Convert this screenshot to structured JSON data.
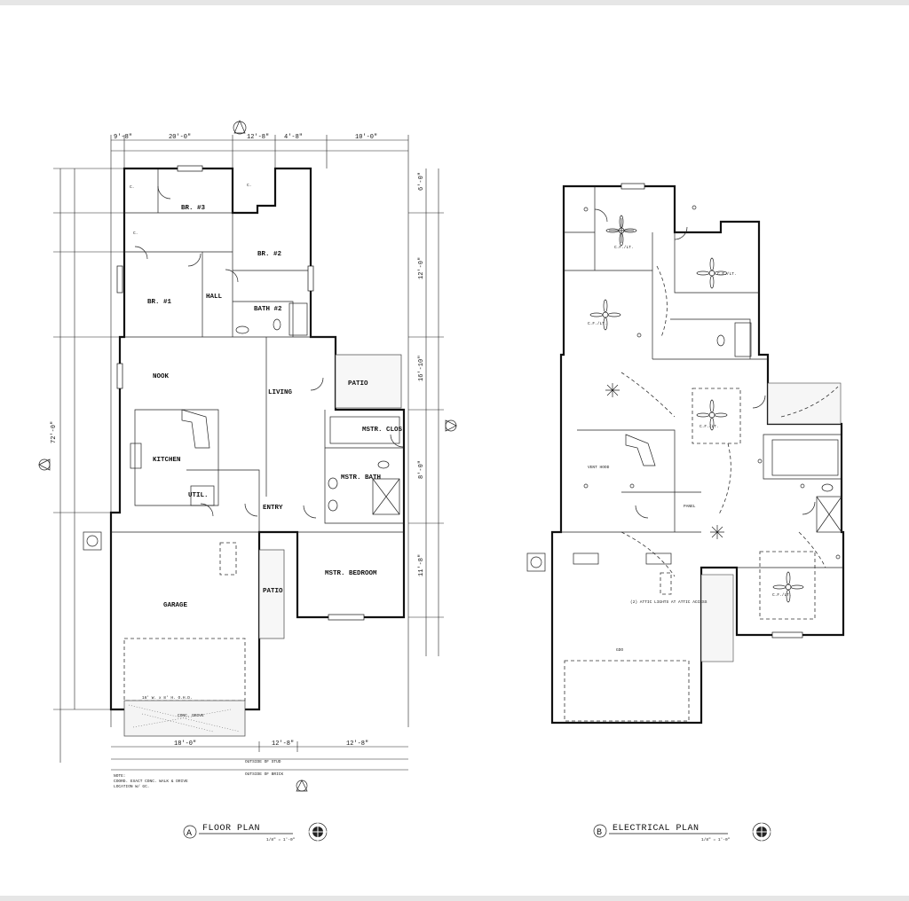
{
  "plans": {
    "floor": {
      "title_letter": "A",
      "title": "FLOOR PLAN",
      "scale": "1/8\" = 1'-0\"",
      "rooms": {
        "br3": "BR. #3",
        "br2": "BR. #2",
        "br1": "BR. #1",
        "hall": "HALL",
        "bath2": "BATH #2",
        "nook": "NOOK",
        "living": "LIVING",
        "kitchen": "KITCHEN",
        "patio_top": "PATIO",
        "mstr_clos": "MSTR. CLOS.",
        "mstr_bath": "MSTR. BATH",
        "entry": "ENTRY",
        "util": "UTIL.",
        "garage": "GARAGE",
        "patio_front": "PATIO",
        "mstr_bedroom": "MSTR. BEDROOM",
        "c1": "C.",
        "c2": "C.",
        "c3": "C."
      },
      "dimensions_top": [
        "9'-8\"",
        "20'-0\"",
        "12'-8\"",
        "4'-8\"",
        "10'-0\""
      ],
      "dimensions_bottom": [
        "18'-0\"",
        "12'-8\"",
        "12'-8\""
      ],
      "dimension_right": [
        "6'-0\"",
        "12'-0\"",
        "16'-10\"",
        "8'-0\"",
        "11'-8\""
      ],
      "dimension_left_total": "72'-0\"",
      "notes": [
        "OUTSIDE OF STUD",
        "OUTSIDE OF BRICK",
        "NOTE:",
        "COORD. EXACT CONC. WALK & DRIVE",
        "LOCATION W/ GC."
      ],
      "garage_door": "16' W. x 8' H. O.H.D.",
      "conc_drive": "CONC. DRIVE"
    },
    "electrical": {
      "title_letter": "B",
      "title": "ELECTRICAL PLAN",
      "scale": "1/8\" = 1'-0\"",
      "labels": {
        "panel": "PANEL",
        "vent_hood": "VENT HOOD",
        "attic_lights": "(2) ATTIC LIGHTS AT ATTIC ACCESS",
        "gdo": "GDO",
        "ceiling_fan": "C.F./LT."
      }
    }
  }
}
